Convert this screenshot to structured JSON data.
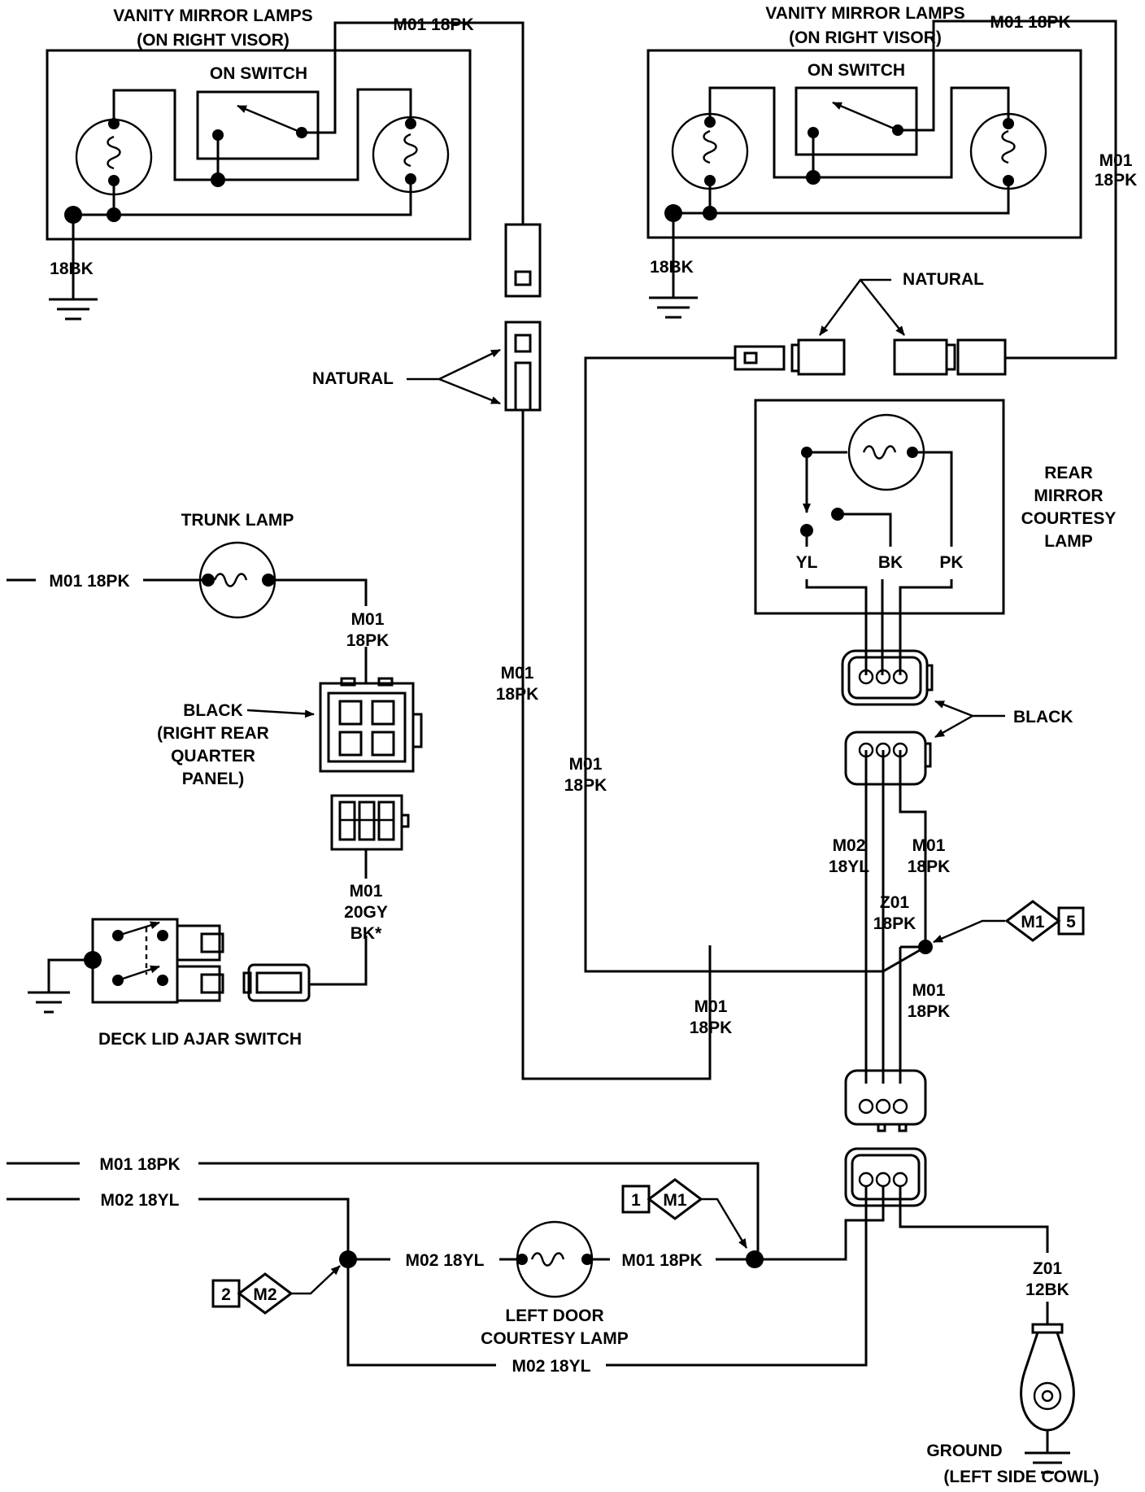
{
  "components": {
    "vanity_left": {
      "title_line1": "VANITY MIRROR LAMPS",
      "title_line2": "(ON RIGHT VISOR)",
      "switch": "ON SWITCH",
      "ground": "18BK"
    },
    "vanity_right": {
      "title_line1": "VANITY MIRROR LAMPS",
      "title_line2": "(ON RIGHT VISOR)",
      "switch": "ON SWITCH",
      "ground": "18BK"
    },
    "rear_mirror": {
      "line1": "REAR",
      "line2": "MIRROR",
      "line3": "COURTESY",
      "line4": "LAMP",
      "pin_yl": "YL",
      "pin_bk": "BK",
      "pin_pk": "PK"
    },
    "trunk_lamp": "TRUNK LAMP",
    "black_connector": {
      "line1": "BLACK",
      "line2": "(RIGHT REAR",
      "line3": "QUARTER",
      "line4": "PANEL)"
    },
    "deck_lid": "DECK LID AJAR SWITCH",
    "left_door": {
      "line1": "LEFT DOOR",
      "line2": "COURTESY LAMP"
    },
    "ground_cowl": {
      "line1": "GROUND",
      "line2": "(LEFT SIDE COWL)"
    },
    "natural_left": "NATURAL",
    "natural_right": "NATURAL",
    "black_right": "BLACK"
  },
  "wires": {
    "m01_18pk": "M01 18PK",
    "m02_18yl": "M02 18YL",
    "m01": "M01",
    "m02": "M02",
    "w18pk": "18PK",
    "w18yl": "18YL",
    "z01": "Z01",
    "w12bk": "12BK",
    "w20gy": "20GY",
    "bk_star": "BK*"
  },
  "splices": {
    "m1_five": {
      "code": "M1",
      "number": "5"
    },
    "m1_one": {
      "code": "M1",
      "number": "1"
    },
    "m2_two": {
      "code": "M2",
      "number": "2"
    }
  }
}
